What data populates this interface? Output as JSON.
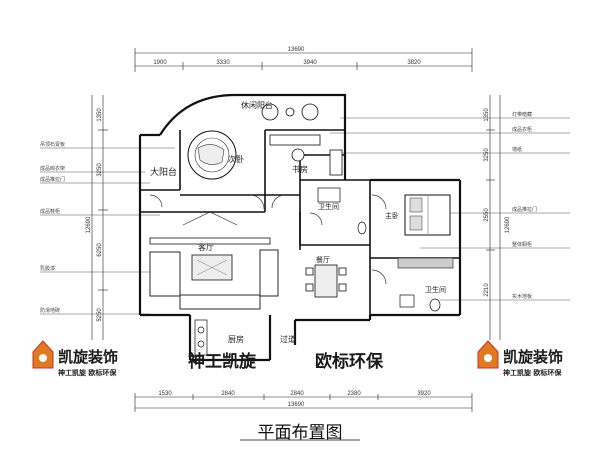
{
  "title": "平面布置图",
  "rooms": {
    "leisure_balcony": "休闲阳台",
    "big_balcony": "大阳台",
    "secondary_bedroom": "次卧",
    "study": "书房",
    "bathroom_1": "卫生间",
    "master_bedroom": "主卧",
    "living_room": "客厅",
    "dining": "餐厅",
    "bathroom_2": "卫生间",
    "kitchen": "厨房",
    "corridor": "过道"
  },
  "dimensions": {
    "top_total": "13690",
    "top_segments": [
      "1900",
      "3330",
      "3940",
      "3820"
    ],
    "bottom_segments": [
      "1530",
      "2840",
      "2840",
      "2380",
      "3920"
    ],
    "bottom_total": "13690",
    "left_segments": [
      "1350",
      "3250",
      "6250",
      "5250"
    ],
    "left_total": "12690",
    "right_segments": [
      "1350",
      "3250",
      "2550",
      "2210"
    ],
    "right_total": "12690"
  },
  "notes_left": [
    "吊顶石膏板",
    "成品晾衣架",
    "成品推拉门",
    "成品鞋柜",
    "乳胶漆",
    "防滑地砖"
  ],
  "notes_right": [
    "灯带暗藏",
    "成品衣柜",
    "墙纸",
    "成品推拉门",
    "整体橱柜",
    "实木地板"
  ],
  "watermark": {
    "brand_left": "凯旋装饰",
    "brand_left_sub": "神工凯旋 欧标环保",
    "center_left": "神工凯旋",
    "center_right": "欧标环保",
    "brand_right": "凯旋装饰",
    "brand_right_sub": "神工凯旋 欧标环保"
  },
  "colors": {
    "line": "#1a1a1a",
    "logo_orange": "#e07a1f",
    "logo_red": "#c9302c"
  }
}
